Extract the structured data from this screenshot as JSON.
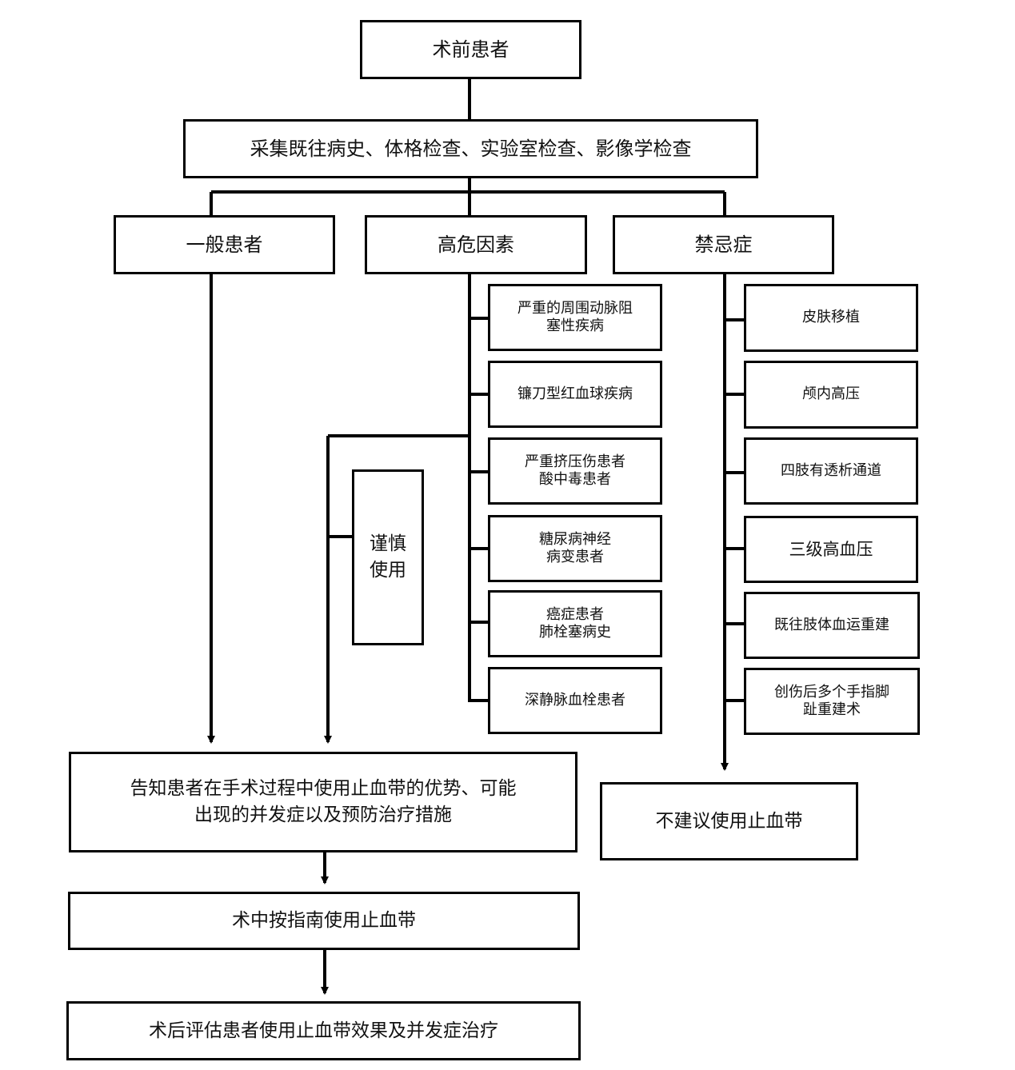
{
  "nodes": {
    "preop": "术前患者",
    "collect": "采集既往病史、体格检查、实验室检查、影像学检查",
    "general": "一般患者",
    "highrisk": "高危因素",
    "contra": "禁忌症",
    "caution": [
      "谨慎",
      "使用"
    ],
    "inform": [
      "告知患者在手术过程中使用止血带的优势、可能",
      "出现的并发症以及预防治疗措施"
    ],
    "intraop": "术中按指南使用止血带",
    "postop": "术后评估患者使用止血带效果及并发症治疗",
    "not_recommended": "不建议使用止血带"
  },
  "highrisk_items": [
    [
      "严重的周围动脉阻",
      "塞性疾病"
    ],
    [
      "镰刀型红血球疾病"
    ],
    [
      "严重挤压伤患者",
      "酸中毒患者"
    ],
    [
      "糖尿病神经",
      "病变患者"
    ],
    [
      "癌症患者",
      "肺栓塞病史"
    ],
    [
      "深静脉血栓患者"
    ]
  ],
  "contra_items": [
    [
      "皮肤移植"
    ],
    [
      "颅内高压"
    ],
    [
      "四肢有透析通道"
    ],
    [
      "三级高血压"
    ],
    [
      "既往肢体血运重建"
    ],
    [
      "创伤后多个手指脚",
      "趾重建术"
    ]
  ]
}
